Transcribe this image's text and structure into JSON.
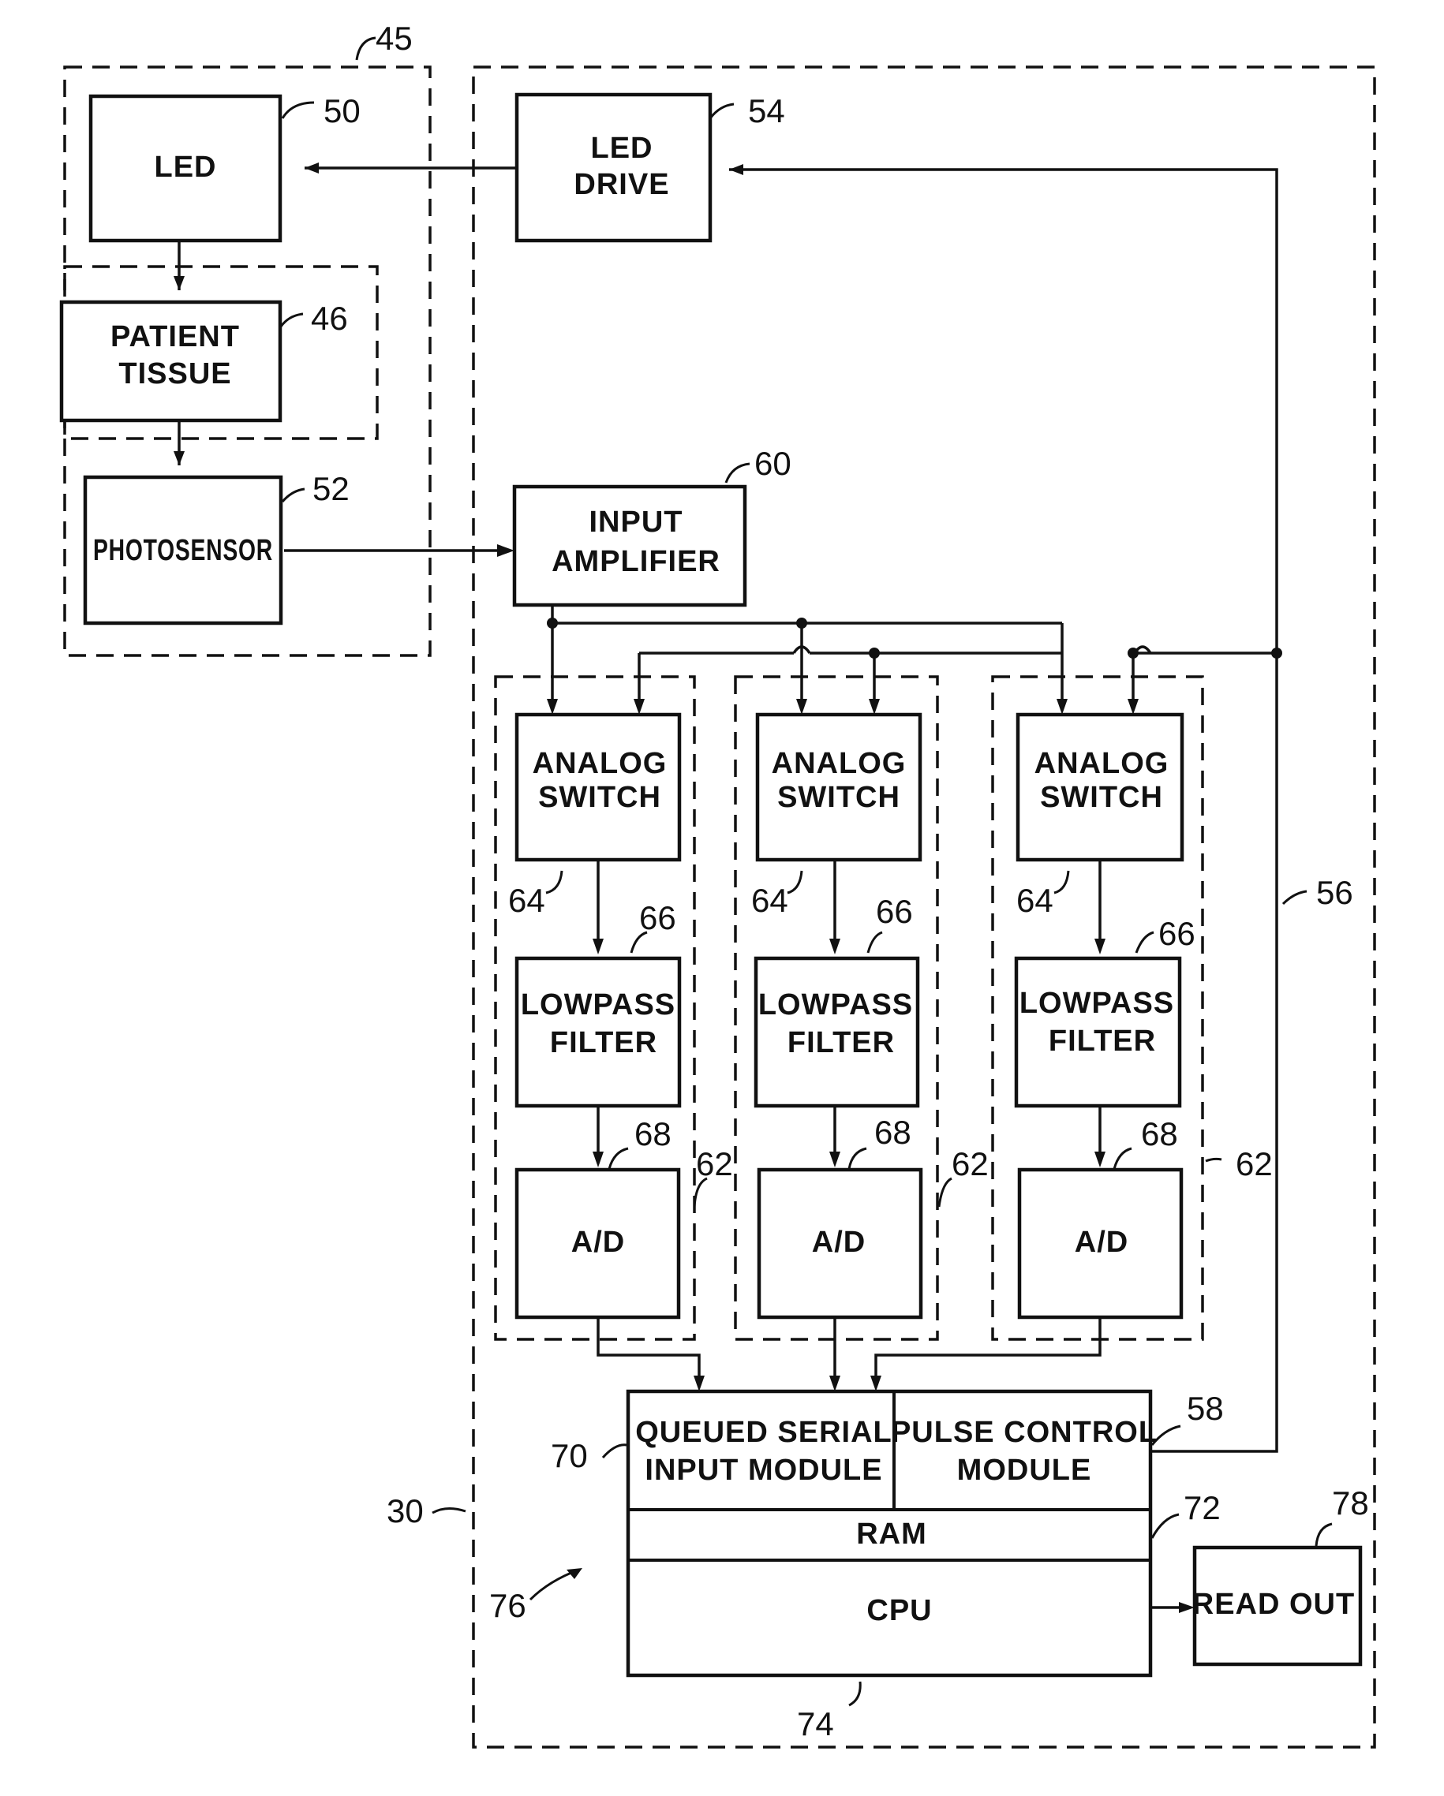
{
  "blocks": {
    "led": {
      "label": "LED",
      "ref": "50"
    },
    "led_drive": {
      "line1": "LED",
      "line2": "DRIVE",
      "ref": "54"
    },
    "patient_tissue": {
      "line1": "PATIENT",
      "line2": "TISSUE",
      "ref": "46"
    },
    "photosensor": {
      "label": "PHOTOSENSOR",
      "ref": "52"
    },
    "input_amplifier": {
      "line1": "INPUT",
      "line2": "AMPLIFIER",
      "ref": "60"
    },
    "analog_switch": {
      "line1": "ANALOG",
      "line2": "SWITCH",
      "ref": "64"
    },
    "lowpass_filter": {
      "line1": "LOWPASS",
      "line2": "FILTER",
      "ref": "66"
    },
    "ad": {
      "label": "A/D",
      "ref": "68"
    },
    "qsim": {
      "line1": "QUEUED SERIAL",
      "line2": "INPUT MODULE",
      "ref": "70"
    },
    "pcm": {
      "line1": "PULSE CONTROL",
      "line2": "MODULE",
      "ref": "58"
    },
    "ram": {
      "label": "RAM",
      "ref": "72"
    },
    "cpu": {
      "label": "CPU",
      "ref": "74"
    },
    "readout": {
      "label": "READ OUT",
      "ref": "78"
    }
  },
  "groups": {
    "sensor_group": "45",
    "system": "30",
    "channel": "62",
    "bus": "56",
    "microcontroller": "76"
  }
}
